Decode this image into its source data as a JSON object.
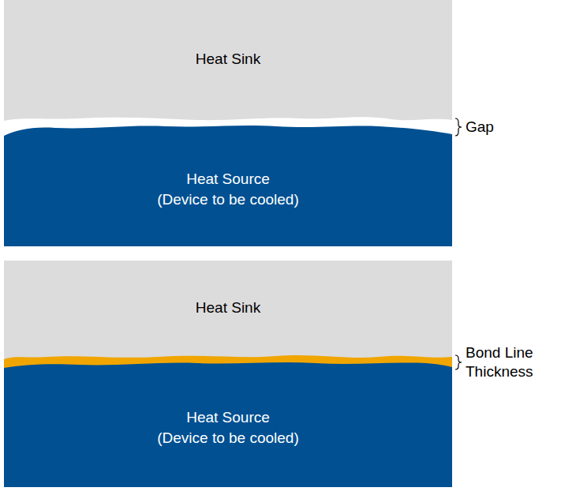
{
  "diagram": {
    "nodes": [
      {
        "text": [
          "Heat Sink"
        ]
      },
      {
        "text": [
          "Heat Source",
          "(Device to be cooled)"
        ]
      },
      {
        "text": [
          "Heat Sink"
        ]
      },
      {
        "text": [
          "Heat Source",
          "(Device to be cooled)"
        ]
      }
    ],
    "labels": [
      "Gap",
      "Bond Line Thickness"
    ]
  }
}
